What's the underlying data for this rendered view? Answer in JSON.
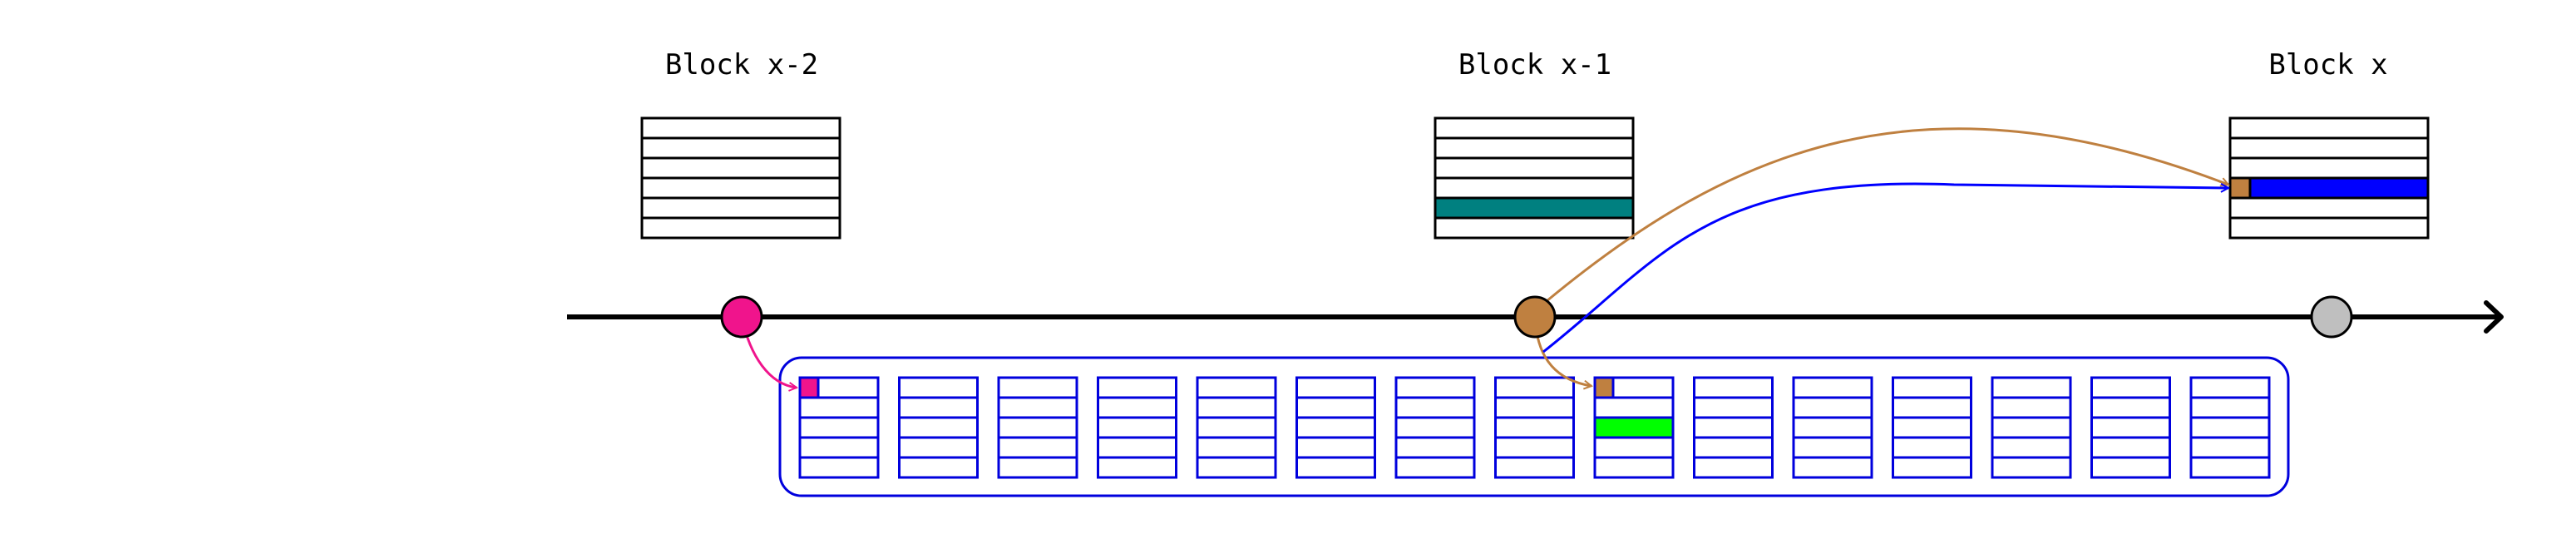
{
  "blocks": [
    {
      "label": "Block x-2",
      "highlight": null
    },
    {
      "label": "Block x-1",
      "highlight": {
        "row": 4,
        "color": "#008080"
      }
    },
    {
      "label": "Block x",
      "highlight": {
        "row": 3,
        "color": "#0000FF",
        "marker_color": "#BF8040"
      }
    }
  ],
  "block_rows": 6,
  "timeline": {
    "nodes": [
      {
        "color": "#F0148C",
        "name": "node-block-x-2"
      },
      {
        "color": "#BF8040",
        "name": "node-block-x-1"
      },
      {
        "color": "#BFBFBF",
        "name": "node-block-x"
      }
    ]
  },
  "pool": {
    "border_color": "#0000DD",
    "slot_count": 15,
    "slot_rows": 5,
    "marked_slots": [
      {
        "slot": 0,
        "row": 0,
        "marker_color": "#F0148C"
      },
      {
        "slot": 8,
        "row": 0,
        "marker_color": "#BF8040"
      },
      {
        "slot": 8,
        "row": 2,
        "fill_color": "#00FF00"
      }
    ]
  },
  "arrows": [
    {
      "from": "node-block-x-2",
      "to": "slot-0",
      "color": "#F0148C"
    },
    {
      "from": "node-block-x-1",
      "to": "slot-8",
      "color": "#BF8040"
    },
    {
      "from": "node-block-x-1",
      "to": "block-x-marker",
      "color": "#BF8040"
    },
    {
      "from": "pool-link",
      "to": "block-x-row",
      "color": "#0000FF"
    }
  ]
}
